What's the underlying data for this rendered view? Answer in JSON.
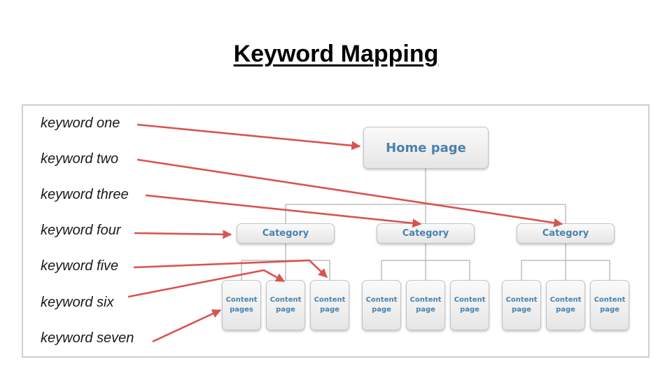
{
  "title": "Keyword Mapping",
  "keywords": [
    "keyword one",
    "keyword two",
    "keyword three",
    "keyword four",
    "keyword five",
    "keyword six",
    "keyword seven"
  ],
  "home": "Home page",
  "categories": [
    "Category",
    "Category",
    "Category"
  ],
  "content_pages": [
    "Content\npages",
    "Content\npage",
    "Content\npage",
    "Content\npage",
    "Content\npage",
    "Content\npage",
    "Content\npage",
    "Content\npage",
    "Content\npage"
  ],
  "colors": {
    "arrow": "#d9534f",
    "connector": "#bdbdbd",
    "node_text": "#4a82ad"
  }
}
